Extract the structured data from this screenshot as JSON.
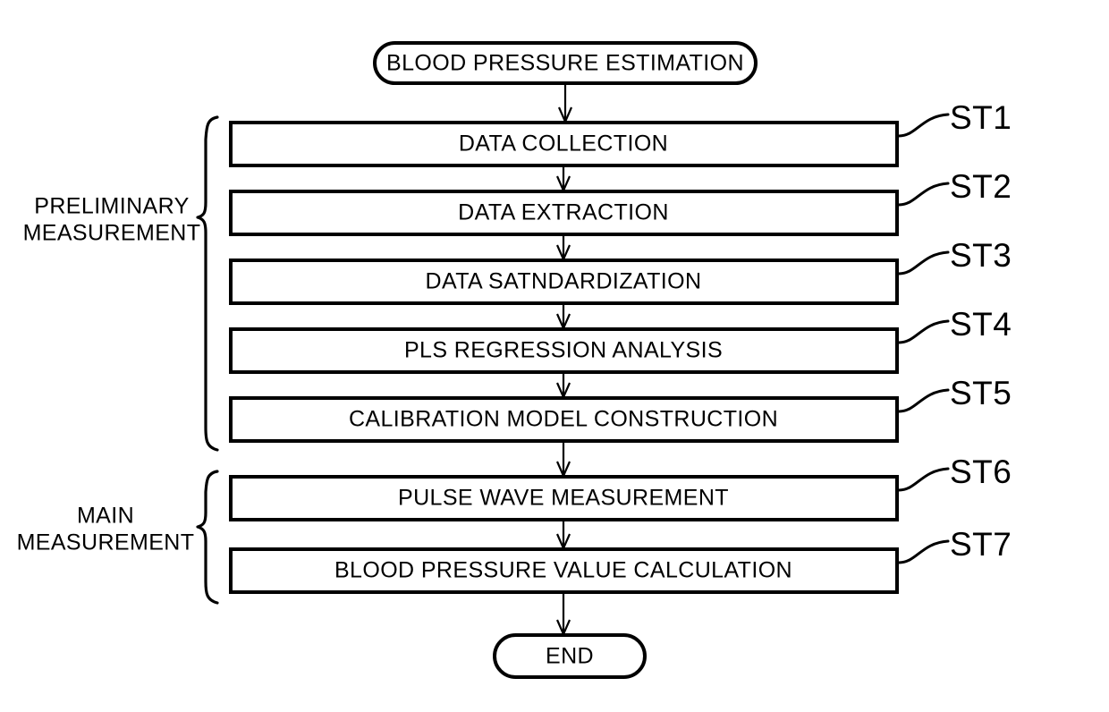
{
  "diagram": {
    "type": "flowchart",
    "orientation": "top-to-bottom",
    "start_node": {
      "shape": "stadium",
      "label": "BLOOD PRESSURE ESTIMATION"
    },
    "end_node": {
      "shape": "stadium",
      "label": "END"
    },
    "steps": [
      {
        "id": "ST1",
        "label": "DATA COLLECTION",
        "tag": "ST1",
        "group": "preliminary"
      },
      {
        "id": "ST2",
        "label": "DATA EXTRACTION",
        "tag": "ST2",
        "group": "preliminary"
      },
      {
        "id": "ST3",
        "label": "DATA SATNDARDIZATION",
        "tag": "ST3",
        "group": "preliminary"
      },
      {
        "id": "ST4",
        "label": "PLS REGRESSION ANALYSIS",
        "tag": "ST4",
        "group": "preliminary"
      },
      {
        "id": "ST5",
        "label": "CALIBRATION MODEL CONSTRUCTION",
        "tag": "ST5",
        "group": "preliminary"
      },
      {
        "id": "ST6",
        "label": "PULSE WAVE MEASUREMENT",
        "tag": "ST6",
        "group": "main"
      },
      {
        "id": "ST7",
        "label": "BLOOD PRESSURE VALUE CALCULATION",
        "tag": "ST7",
        "group": "main"
      }
    ],
    "groups": [
      {
        "id": "preliminary",
        "line1": "PRELIMINARY",
        "line2": "MEASUREMENT",
        "covers": [
          "ST1",
          "ST2",
          "ST3",
          "ST4",
          "ST5"
        ]
      },
      {
        "id": "main",
        "line1": "MAIN",
        "line2": "MEASUREMENT",
        "covers": [
          "ST6",
          "ST7"
        ]
      }
    ],
    "colors": {
      "background": "#ffffff",
      "stroke": "#000000",
      "fill": "#ffffff",
      "text": "#000000"
    }
  }
}
